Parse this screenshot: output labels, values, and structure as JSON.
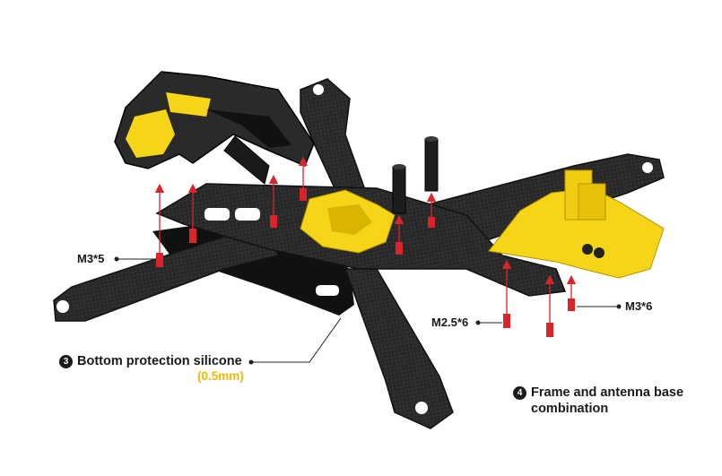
{
  "colors": {
    "carbon": "#2b2b2b",
    "carbon_dark": "#161616",
    "tpu_yellow": "#f6d417",
    "screw_red": "#d9252a",
    "silicone_accent": "#f0b800"
  },
  "labels": {
    "screw_m3x5": "M3*5",
    "screw_m3x6": "M3*6",
    "screw_m25x6": "M2.5*6",
    "bottom_number": "3",
    "bottom_title": "Bottom protection silicone",
    "bottom_thickness": "(0.5mm)",
    "frame_number": "4",
    "frame_title_line1": "Frame and antenna base",
    "frame_title_line2": "combination"
  },
  "icons": [
    "screw-icon",
    "standoff-icon",
    "arrow-up-icon"
  ]
}
